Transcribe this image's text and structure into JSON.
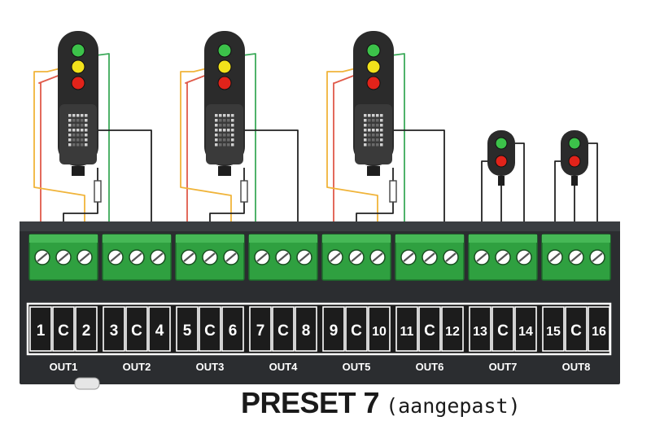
{
  "caption": {
    "title": "PRESET 7",
    "note": "(aangepast)"
  },
  "outputs": [
    {
      "label": "OUT1",
      "pins": [
        "1",
        "C",
        "2"
      ]
    },
    {
      "label": "OUT2",
      "pins": [
        "3",
        "C",
        "4"
      ]
    },
    {
      "label": "OUT3",
      "pins": [
        "5",
        "C",
        "6"
      ]
    },
    {
      "label": "OUT4",
      "pins": [
        "7",
        "C",
        "8"
      ]
    },
    {
      "label": "OUT5",
      "pins": [
        "9",
        "C",
        "10"
      ]
    },
    {
      "label": "OUT6",
      "pins": [
        "11",
        "C",
        "12"
      ]
    },
    {
      "label": "OUT7",
      "pins": [
        "13",
        "C",
        "14"
      ]
    },
    {
      "label": "OUT8",
      "pins": [
        "15",
        "C",
        "16"
      ]
    }
  ],
  "signals": [
    {
      "type": "three-aspect-with-display",
      "lamps": [
        "green",
        "yellow",
        "red"
      ],
      "outputs": [
        "OUT1",
        "OUT2"
      ]
    },
    {
      "type": "three-aspect-with-display",
      "lamps": [
        "green",
        "yellow",
        "red"
      ],
      "outputs": [
        "OUT3",
        "OUT4"
      ]
    },
    {
      "type": "three-aspect-with-display",
      "lamps": [
        "green",
        "yellow",
        "red"
      ],
      "outputs": [
        "OUT5",
        "OUT6"
      ]
    },
    {
      "type": "two-aspect",
      "lamps": [
        "green",
        "red"
      ],
      "outputs": [
        "OUT7"
      ]
    },
    {
      "type": "two-aspect",
      "lamps": [
        "green",
        "red"
      ],
      "outputs": [
        "OUT8"
      ]
    }
  ],
  "colors": {
    "board": "#2b2d30",
    "terminal": "#2fa040",
    "lamp_green": "#3cc24a",
    "lamp_yellow": "#f2e21b",
    "lamp_red": "#e2231a",
    "wire_red": "#e05a4a",
    "wire_yellow": "#f0b43a",
    "wire_green": "#3caa5a",
    "wire_black": "#222222"
  }
}
